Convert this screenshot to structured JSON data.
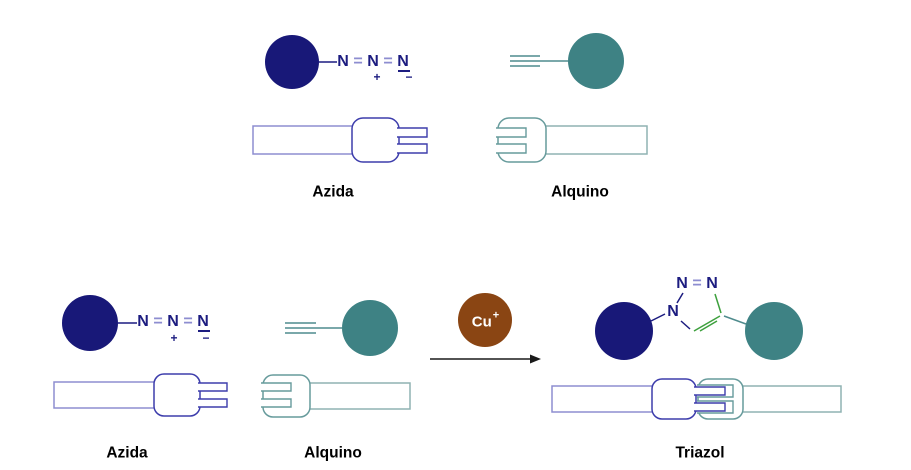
{
  "palette": {
    "navy": "#181878",
    "blue_bond": "#1c1c80",
    "blue_light": "#8d8dd0",
    "plug_stroke": "#3d3dac",
    "teal": "#3e8284",
    "teal_stroke": "#679b9c",
    "teal_light": "#8fb2b2",
    "teal_bond": "#4f8b8d",
    "green_bond": "#3da03d",
    "copper_brown": "#8a4513",
    "arrow_black": "#1a1a1a",
    "label_black": "#000000"
  },
  "top_row": {
    "azide": {
      "formula": {
        "n1": "N",
        "eq1": "=",
        "n2": "N",
        "eq2": "=",
        "n3": "N"
      },
      "charge_plus": "+",
      "charge_minus": "−",
      "label": "Azida"
    },
    "alkyne": {
      "label": "Alquino"
    }
  },
  "bottom_row": {
    "azide": {
      "formula": {
        "n1": "N",
        "eq1": "=",
        "n2": "N",
        "eq2": "=",
        "n3": "N"
      },
      "charge_plus": "+",
      "charge_minus": "−",
      "label": "Azida"
    },
    "alkyne": {
      "label": "Alquino"
    },
    "catalyst": {
      "symbol": "Cu",
      "charge": "+"
    },
    "product": {
      "ring_top": {
        "n_left": "N",
        "eq": "=",
        "n_right": "N"
      },
      "ring_n1": "N",
      "label": "Triazol"
    }
  }
}
